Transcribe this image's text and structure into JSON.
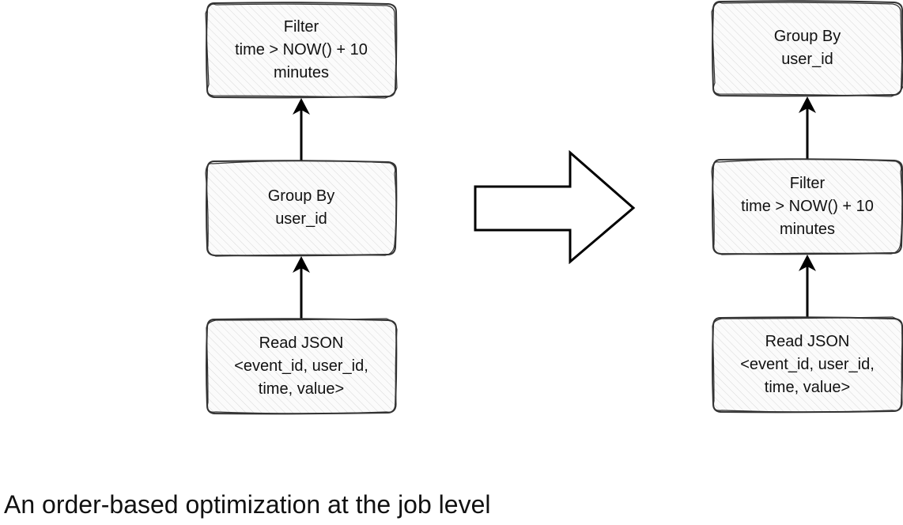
{
  "diagram": {
    "before": {
      "nodes": [
        {
          "id": "before-filter",
          "text": "Filter\ntime > NOW() + 10\nminutes"
        },
        {
          "id": "before-group-by",
          "text": "Group By\nuser_id"
        },
        {
          "id": "before-read-json",
          "text": "Read JSON\n<event_id, user_id,\ntime, value>"
        }
      ]
    },
    "after": {
      "nodes": [
        {
          "id": "after-group-by",
          "text": "Group By\nuser_id"
        },
        {
          "id": "after-filter",
          "text": "Filter\ntime > NOW() + 10\nminutes"
        },
        {
          "id": "after-read-json",
          "text": "Read JSON\n<event_id, user_id,\ntime, value>"
        }
      ]
    },
    "edges": [
      {
        "from": "before-group-by",
        "to": "before-filter"
      },
      {
        "from": "before-read-json",
        "to": "before-group-by"
      },
      {
        "from": "after-filter",
        "to": "after-group-by"
      },
      {
        "from": "after-read-json",
        "to": "after-filter"
      }
    ]
  },
  "caption": "An order-based optimization at the job level",
  "colors": {
    "stroke": "#333333",
    "hatch": "#d9d9d9",
    "fill": "#fbfbfb",
    "text": "#111111"
  }
}
